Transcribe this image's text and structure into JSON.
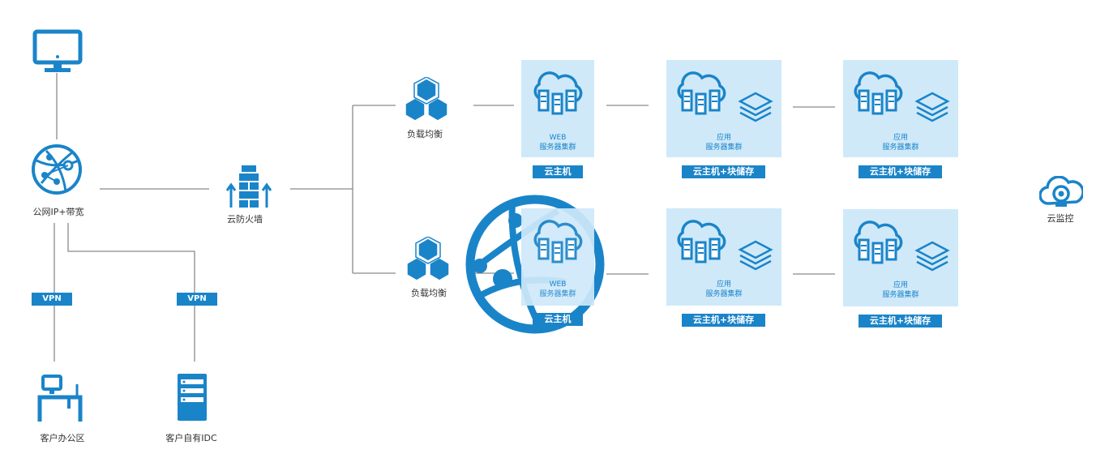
{
  "colors": {
    "primary": "#1a84c9",
    "panel": "#cfe9f9",
    "line": "#8a8a8a"
  },
  "nodes": {
    "public_ip": {
      "label": "公网IP+带宽",
      "icon": "globe-network-icon"
    },
    "monitor": {
      "icon": "monitor-icon"
    },
    "firewall": {
      "label": "云防火墙",
      "icon": "firewall-icon"
    },
    "lb_top": {
      "label": "负载均衡",
      "icon": "cubes-icon"
    },
    "lb_bottom": {
      "label": "负载均衡",
      "icon": "cubes-icon"
    },
    "office": {
      "label": "客户办公区",
      "icon": "office-desk-icon"
    },
    "idc": {
      "label": "客户自有IDC",
      "icon": "server-rack-icon"
    },
    "cloud_monitor": {
      "label": "云监控",
      "icon": "cloud-camera-icon"
    }
  },
  "vpn": {
    "left": "VPN",
    "right": "VPN"
  },
  "rows": {
    "top": {
      "web": {
        "line1": "WEB",
        "line2": "服务器集群",
        "tag": "云主机"
      },
      "app1": {
        "line1": "应用",
        "line2": "服务器集群",
        "tag": "云主机+块储存"
      },
      "app2": {
        "line1": "应用",
        "line2": "服务器集群",
        "tag": "云主机+块储存"
      }
    },
    "bottom": {
      "web": {
        "line1": "WEB",
        "line2": "服务器集群",
        "tag": "云主机"
      },
      "app1": {
        "line1": "应用",
        "line2": "服务器集群",
        "tag": "云主机+块储存"
      },
      "app2": {
        "line1": "应用",
        "line2": "服务器集群",
        "tag": "云主机+块储存"
      }
    }
  }
}
